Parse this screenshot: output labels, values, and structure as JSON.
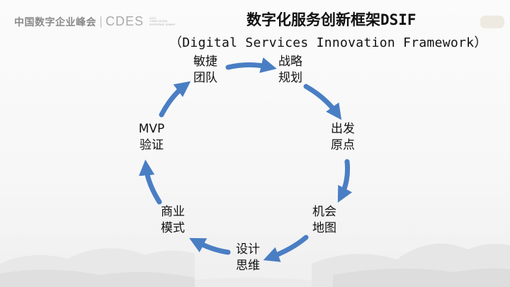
{
  "brand": {
    "name": "中国数字企业峰会",
    "logo": "CDES",
    "logo_sub": [
      "2023",
      "CHINA DIGITAL",
      "ENTERPRISE SUMMIT"
    ]
  },
  "title": {
    "cn": "数字化服务创新框架DSIF",
    "en": "（Digital Services Innovation Framework）"
  },
  "cycle": {
    "stages": [
      {
        "line1": "战略",
        "line2": "规划"
      },
      {
        "line1": "出发",
        "line2": "原点"
      },
      {
        "line1": "机会",
        "line2": "地图"
      },
      {
        "line1": "设计",
        "line2": "思维"
      },
      {
        "line1": "商业",
        "line2": "模式"
      },
      {
        "line1": "MVP",
        "line2": "验证"
      },
      {
        "line1": "敏捷",
        "line2": "团队"
      }
    ],
    "arrow_color": "#4a7ec4"
  }
}
